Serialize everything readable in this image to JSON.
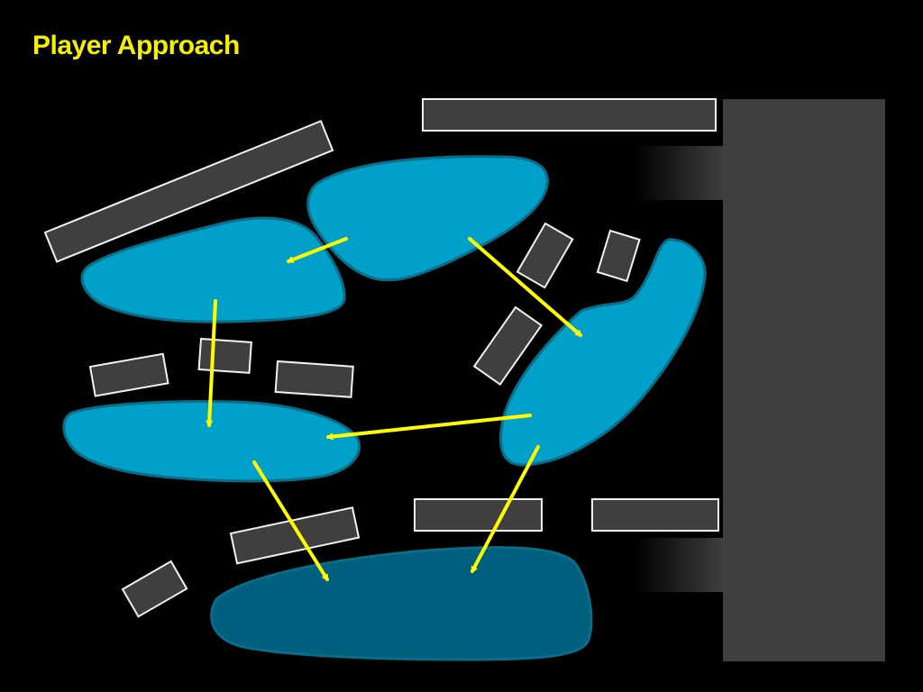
{
  "title": "Player Approach",
  "colors": {
    "background": "#000000",
    "title": "#f5f000",
    "zone": "#00a0c8",
    "zone_stroke": "#0a6d88",
    "target_zone": "#005f7e",
    "cover_fill": "#3f3f3f",
    "cover_stroke": "#f2f2f2",
    "building": "#3f3f3f",
    "arrow": "#ffff00"
  },
  "zones": [
    {
      "id": "zone-top-left",
      "kind": "approach"
    },
    {
      "id": "zone-top-center",
      "kind": "approach"
    },
    {
      "id": "zone-right",
      "kind": "approach"
    },
    {
      "id": "zone-middle-left",
      "kind": "approach"
    },
    {
      "id": "zone-bottom-target",
      "kind": "target"
    }
  ],
  "arrows": [
    {
      "from": "zone-top-center",
      "to": "zone-top-left"
    },
    {
      "from": "zone-top-center",
      "to": "zone-right"
    },
    {
      "from": "zone-top-left",
      "to": "zone-middle-left"
    },
    {
      "from": "zone-right",
      "to": "zone-middle-left"
    },
    {
      "from": "zone-middle-left",
      "to": "zone-bottom-target"
    },
    {
      "from": "zone-right",
      "to": "zone-bottom-target"
    }
  ]
}
